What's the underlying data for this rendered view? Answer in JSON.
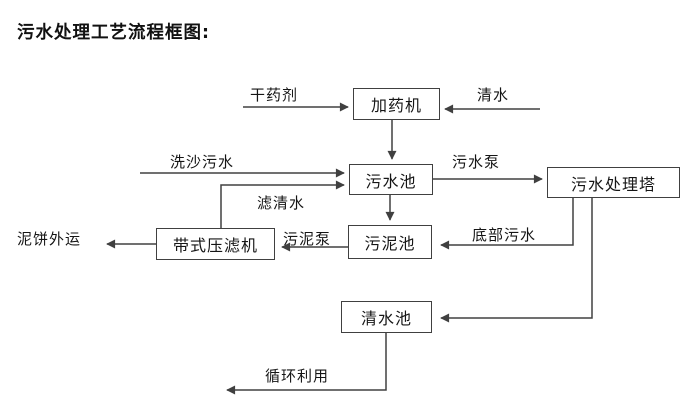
{
  "title": "污水处理工艺流程框图:",
  "colors": {
    "line": "#404040",
    "text": "#151515",
    "background": "#ffffff"
  },
  "nodes": {
    "dosing_machine": "加药机",
    "sewage_pool": "污水池",
    "treatment_tower": "污水处理塔",
    "sludge_pool": "污泥池",
    "belt_filter_press": "带式压滤机",
    "clean_water_pool": "清水池"
  },
  "edge_labels": {
    "dry_agent": "干药剂",
    "clean_water": "清水",
    "sand_washing_sewage": "洗沙污水",
    "filtered_water": "滤清水",
    "sewage_pump": "污水泵",
    "bottom_sewage": "底部污水",
    "sludge_pump": "污泥泵",
    "mud_cake_out": "泥饼外运",
    "recycle_use": "循环利用"
  }
}
